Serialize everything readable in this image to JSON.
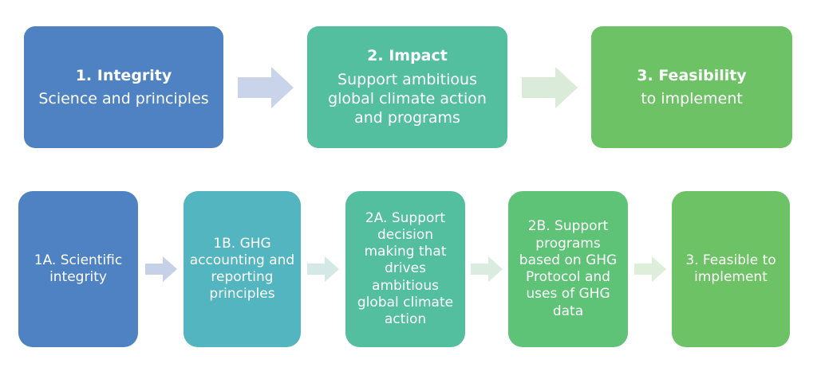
{
  "diagram": {
    "background": "#ffffff",
    "text_color": "#ffffff"
  },
  "top_row": [
    {
      "title": "1. Integrity",
      "subtitle": "Science and principles",
      "color": "#4E82C2"
    },
    {
      "title": "2. Impact",
      "subtitle": "Support ambitious global climate action and programs",
      "color": "#54BF9E"
    },
    {
      "title": "3. Feasibility",
      "subtitle": "to implement",
      "color": "#6DC266"
    }
  ],
  "top_arrows": [
    {
      "icon": "right-arrow-icon",
      "color": "#C9D3EA"
    },
    {
      "icon": "right-arrow-icon",
      "color": "#DAEBDA"
    }
  ],
  "bottom_row": [
    {
      "label": "1A. Scientific integrity",
      "color": "#4E82C2"
    },
    {
      "label": "1B. GHG accounting and reporting principles",
      "color": "#52B5C0"
    },
    {
      "label": "2A. Support decision making that drives ambitious global climate action",
      "color": "#54BF9E"
    },
    {
      "label": "2B. Support programs based on GHG Protocol and uses of GHG data",
      "color": "#5EC377"
    },
    {
      "label": "3. Feasible to implement",
      "color": "#6DC266"
    }
  ],
  "bottom_arrows": [
    {
      "icon": "right-arrow-icon",
      "color": "#C6D1E8"
    },
    {
      "icon": "right-arrow-icon",
      "color": "#D4E9E6"
    },
    {
      "icon": "right-arrow-icon",
      "color": "#DAEBE0"
    },
    {
      "icon": "right-arrow-icon",
      "color": "#DDEEDA"
    }
  ]
}
